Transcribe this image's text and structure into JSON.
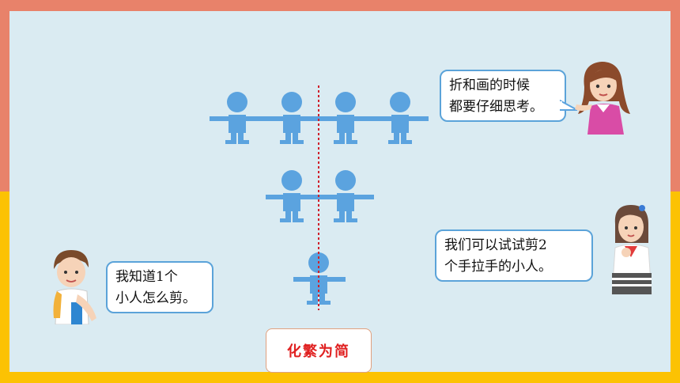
{
  "bubbles": {
    "teacher": {
      "line1": "折和画的时候",
      "line2": "都要仔细思考。"
    },
    "girl": {
      "line1": "我们可以试试剪2",
      "line2": "个手拉手的小人。"
    },
    "boy": {
      "line1": "我知道1个",
      "line2": "小人怎么剪。"
    }
  },
  "button": {
    "label": "化繁为简"
  },
  "colors": {
    "figure": "#5BA3DF",
    "fold_line": "#D0202B",
    "board": "#DAEBF2",
    "frame_top": "#E8826A",
    "frame_bottom": "#FCC203"
  },
  "figure_rows": [
    {
      "count": 4
    },
    {
      "count": 2
    },
    {
      "count": 1
    }
  ],
  "icons": [
    "teacher-illustration",
    "girl-illustration",
    "boy-illustration"
  ]
}
